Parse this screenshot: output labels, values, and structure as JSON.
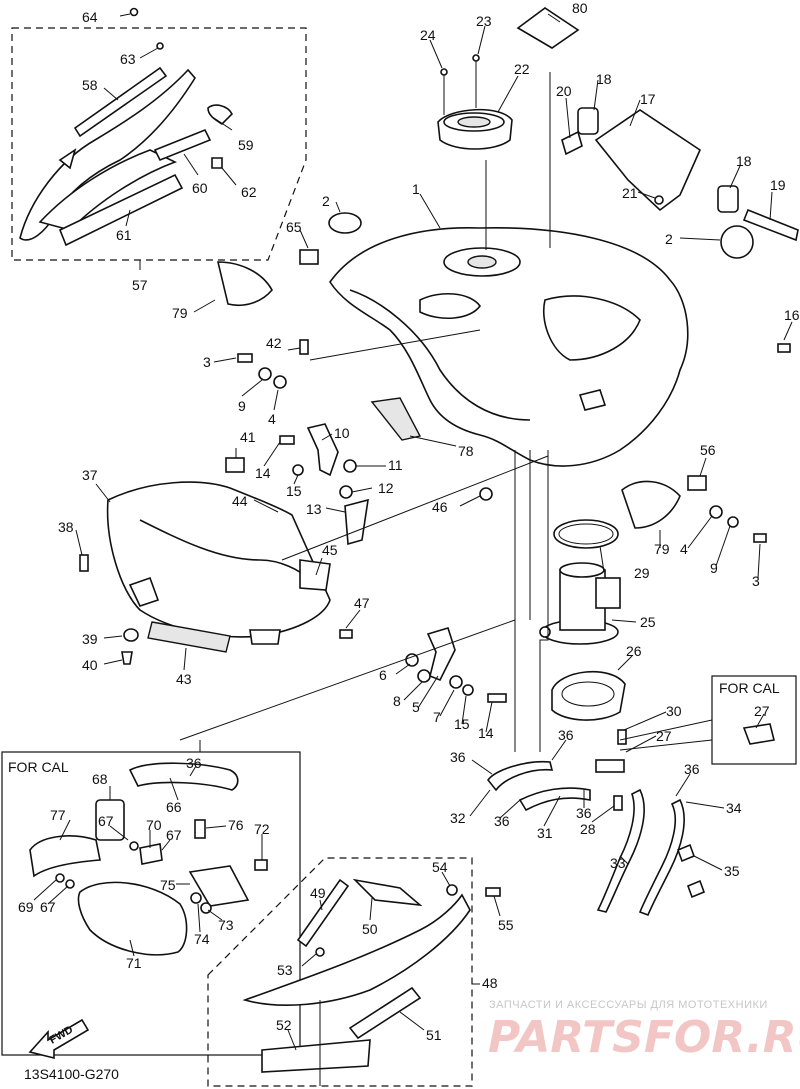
{
  "diagram": {
    "code": "13S4100-G270",
    "fwd_label": "FWD",
    "box_cal_left": "FOR CAL",
    "box_cal_right": "FOR CAL",
    "watermark_small": "ЗАПЧАСТИ И АКСЕССУАРЫ ДЛЯ МОТОТЕХНИКИ",
    "watermark_big": "PARTSFOR.RU",
    "callouts": {
      "c64": "64",
      "c63": "63",
      "c58": "58",
      "c59": "59",
      "c60": "60",
      "c62": "62",
      "c61": "61",
      "c57": "57",
      "c24": "24",
      "c23": "23",
      "c22": "22",
      "c80": "80",
      "c20": "20",
      "c18a": "18",
      "c17": "17",
      "c18b": "18",
      "c21": "21",
      "c19": "19",
      "c2a": "2",
      "c1": "1",
      "c65": "65",
      "c2b": "2",
      "c79a": "79",
      "c16": "16",
      "c3a": "3",
      "c42": "42",
      "c9a": "9",
      "c4a": "4",
      "c10": "10",
      "c78": "78",
      "c41": "41",
      "c14a": "14",
      "c11": "11",
      "c15a": "15",
      "c12": "12",
      "c37": "37",
      "c44": "44",
      "c13": "13",
      "c46": "46",
      "c56": "56",
      "c38": "38",
      "c45": "45",
      "c4b": "4",
      "c29": "29",
      "c79b": "79",
      "c9b": "9",
      "c3b": "3",
      "c47": "47",
      "c39": "39",
      "c40": "40",
      "c43": "43",
      "c25": "25",
      "c6": "6",
      "c26": "26",
      "c8": "8",
      "c5": "5",
      "c7": "7",
      "c15b": "15",
      "c14b": "14",
      "c30": "30",
      "c27a": "27",
      "c27b": "27",
      "c36a": "36",
      "c36b": "36",
      "c36c": "36",
      "c36d": "36",
      "c36e": "36",
      "c32": "32",
      "c31": "31",
      "c28": "28",
      "c34": "34",
      "c33": "33",
      "c35": "35",
      "c68": "68",
      "c66": "66",
      "c77": "77",
      "c67a": "67",
      "c70": "70",
      "c67b": "67",
      "c76": "76",
      "c72": "72",
      "c75": "75",
      "c69": "69",
      "c67c": "67",
      "c74": "74",
      "c73": "73",
      "c71": "71",
      "c54": "54",
      "c49": "49",
      "c50": "50",
      "c55": "55",
      "c53": "53",
      "c48": "48",
      "c52": "52",
      "c51": "51"
    }
  }
}
